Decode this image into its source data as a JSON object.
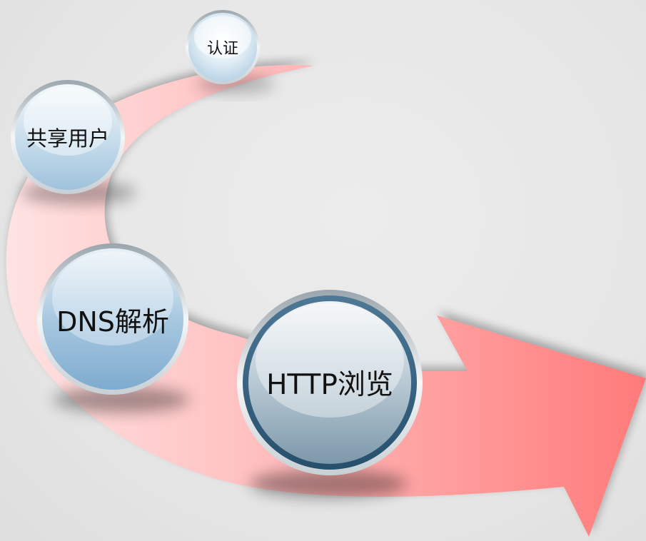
{
  "steps": [
    {
      "label": "认证"
    },
    {
      "label": "共享用户"
    },
    {
      "label": "DNS解析"
    },
    {
      "label": "HTTP浏览"
    }
  ],
  "colors": {
    "arrow_light": "#ffe0e0",
    "arrow_dark": "#ff7b7b",
    "bubble_blue": "#86b4d6",
    "bubble_dark_ring": "#2f5f7f"
  }
}
